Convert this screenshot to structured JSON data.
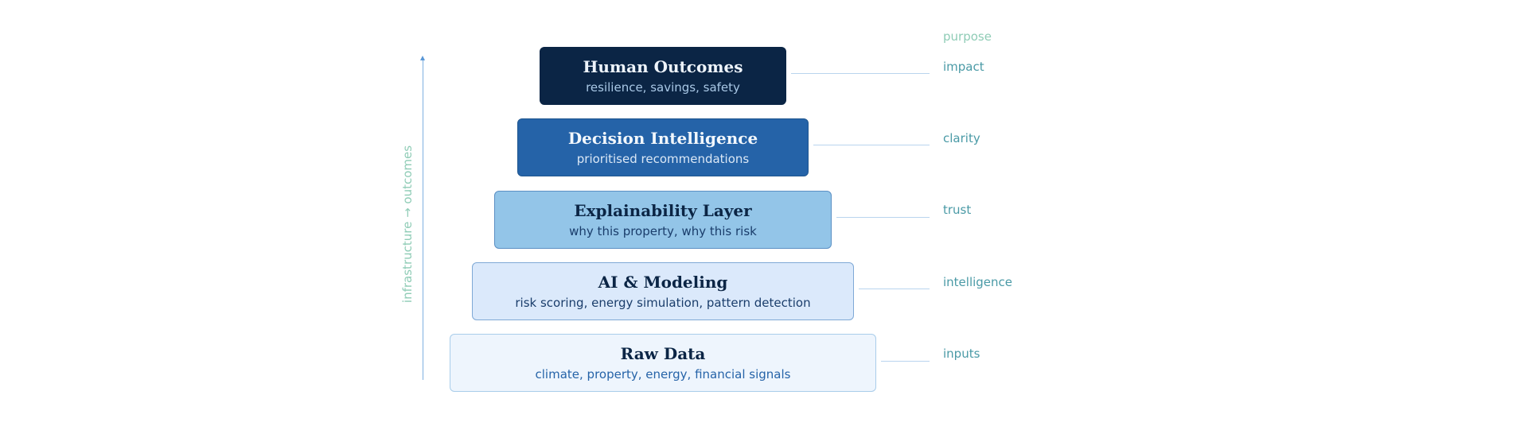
{
  "axis": {
    "label": "infrastructure → outcomes"
  },
  "purpose_header": "purpose",
  "layers": [
    {
      "title": "Human Outcomes",
      "subtitle": "resilience, savings, safety",
      "purpose": "impact",
      "fill": "#0b2545",
      "title_color": "#eef4fb",
      "subtitle_color": "#a9c8e6"
    },
    {
      "title": "Decision Intelligence",
      "subtitle": "prioritised recommendations",
      "purpose": "clarity",
      "fill": "#2563a8",
      "title_color": "#f2f7fc",
      "subtitle_color": "#dbe8f6"
    },
    {
      "title": "Explainability Layer",
      "subtitle": "why this property, why this risk",
      "purpose": "trust",
      "fill": "#93c5e8",
      "title_color": "#0b2545",
      "subtitle_color": "#1a3d6b"
    },
    {
      "title": "AI & Modeling",
      "subtitle": "risk scoring, energy simulation, pattern detection",
      "purpose": "intelligence",
      "fill": "#dbe9fb",
      "title_color": "#0b2545",
      "subtitle_color": "#1a3d6b"
    },
    {
      "title": "Raw Data",
      "subtitle": "climate, property, energy, financial signals",
      "purpose": "inputs",
      "fill": "#eef5fd",
      "title_color": "#0b2545",
      "subtitle_color": "#2563a8"
    }
  ]
}
